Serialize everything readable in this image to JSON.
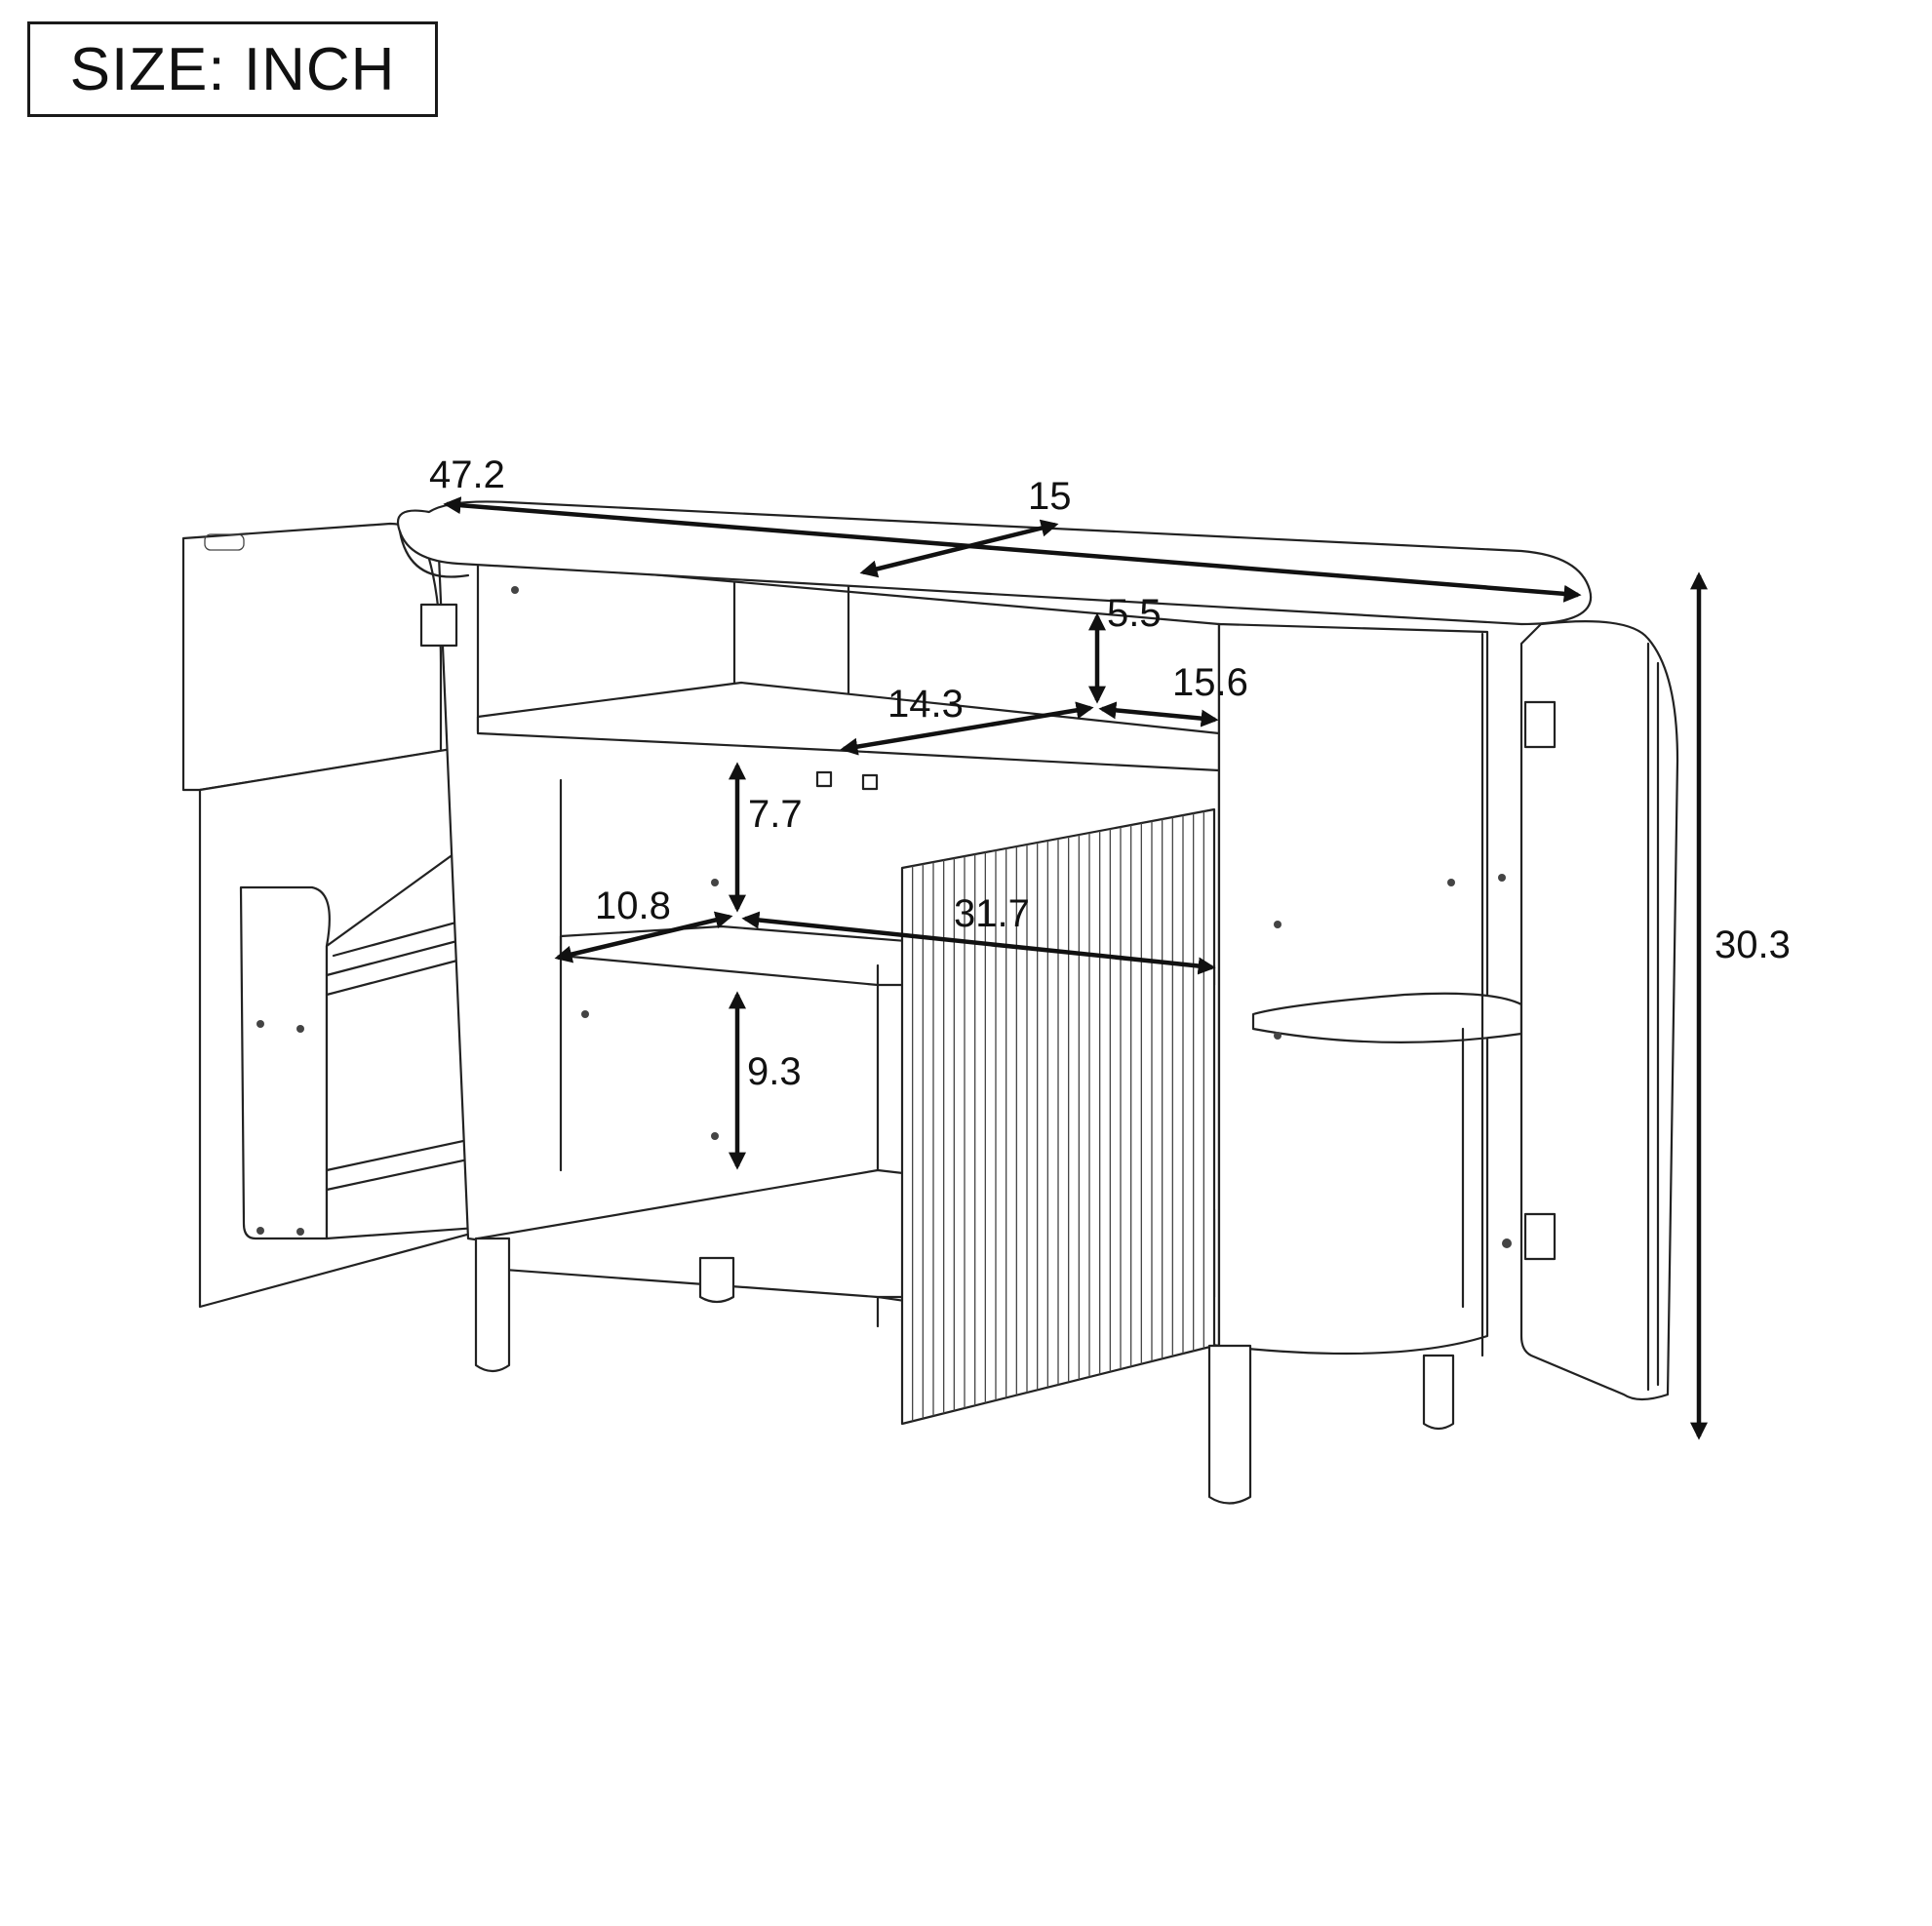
{
  "size_label": "SIZE: INCH",
  "dimensions": {
    "length": "47.2",
    "depth": "15",
    "top_shelf_height": "5.5",
    "top_compartment_width": "14.3",
    "top_compartment_depth": "15.6",
    "middle_opening_height": "7.7",
    "inner_shelf_depth": "10.8",
    "inner_width": "31.7",
    "lower_opening_height": "9.3",
    "total_height": "30.3"
  },
  "colors": {
    "line": "#222222",
    "background": "#ffffff"
  }
}
